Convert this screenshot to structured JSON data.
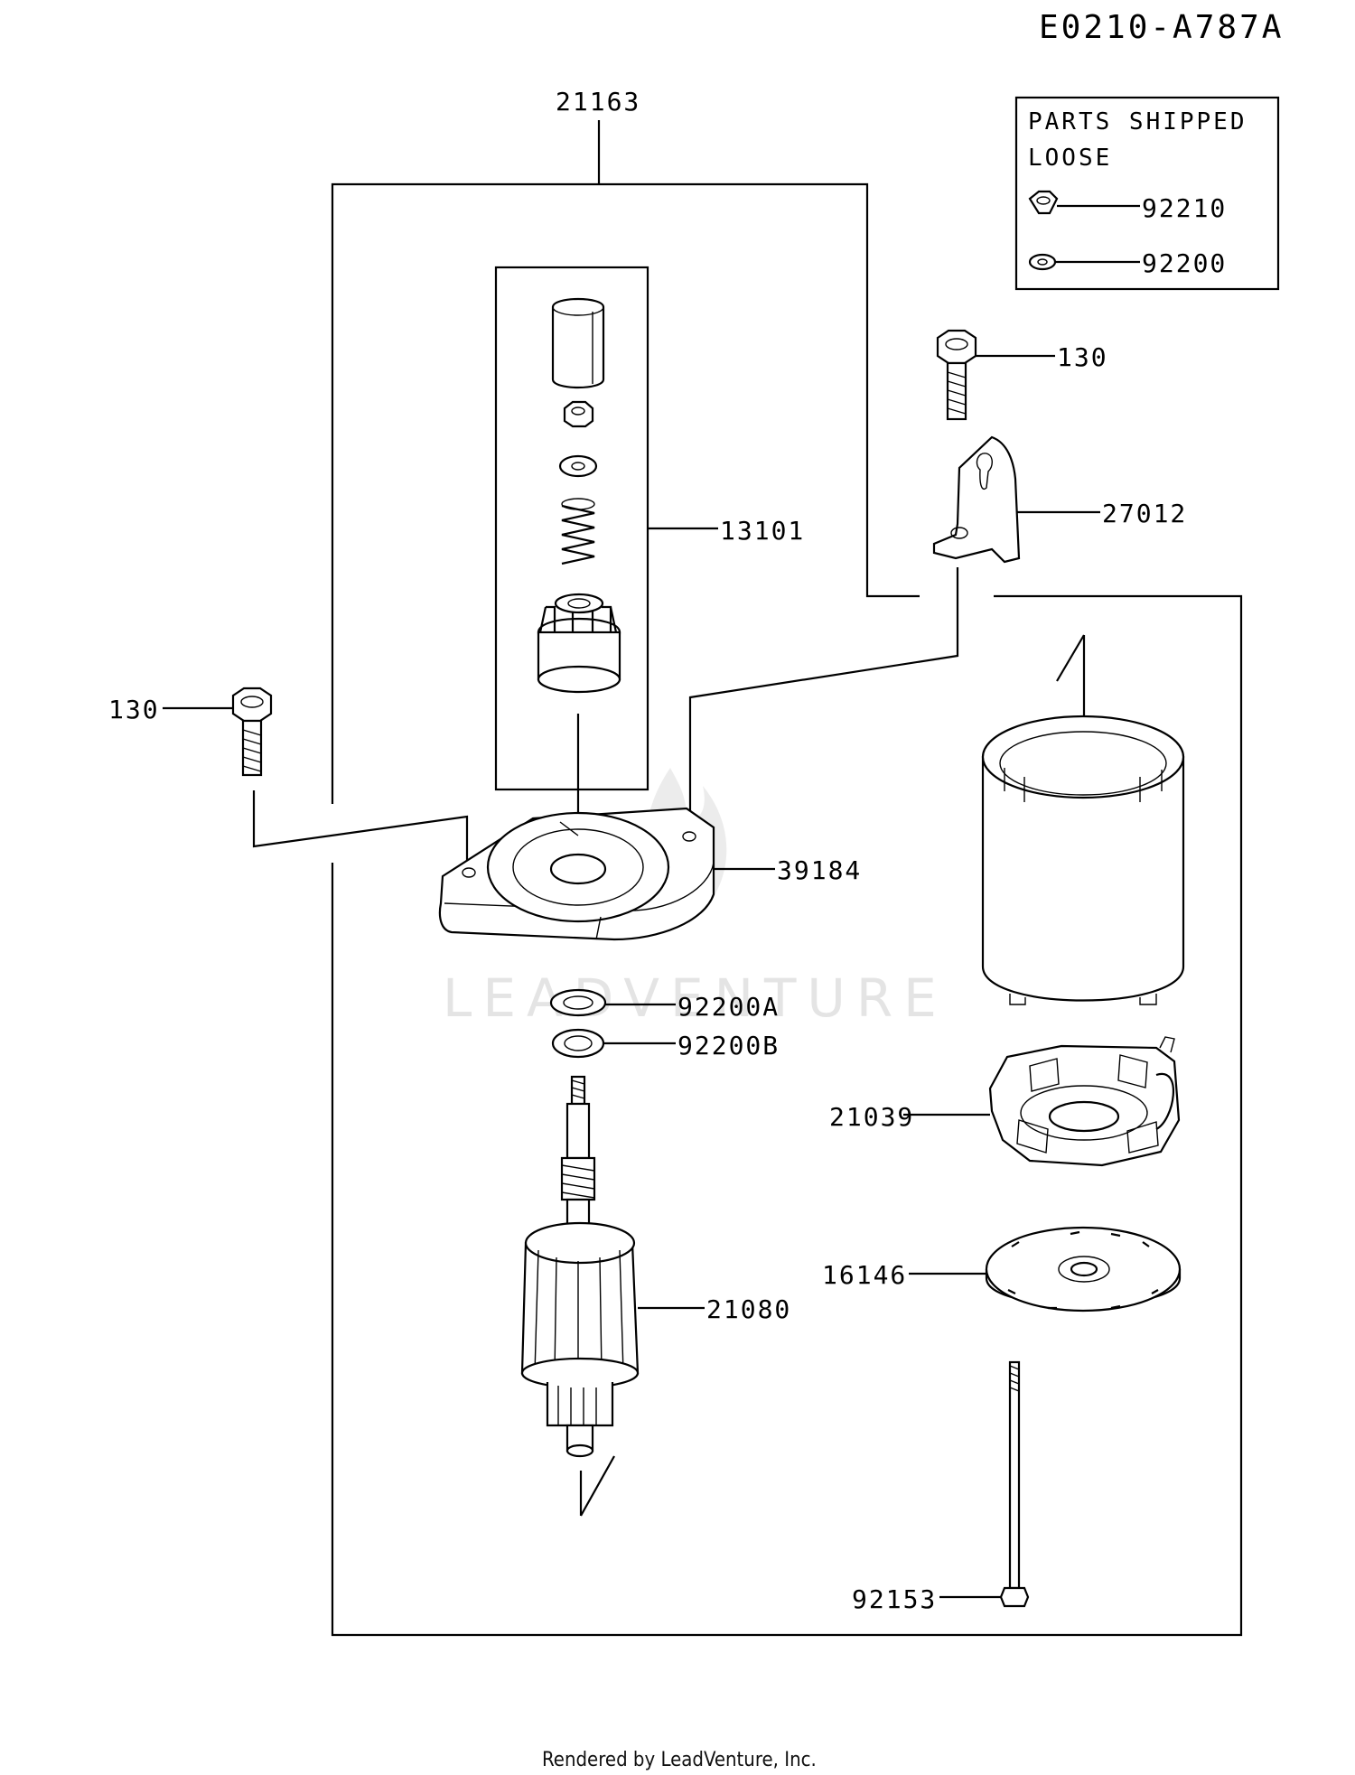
{
  "diagram_id": "E0210-A787A",
  "shipped_loose": {
    "title_line1": "PARTS SHIPPED",
    "title_line2": "LOOSE",
    "items": [
      "92210",
      "92200"
    ]
  },
  "labels": {
    "p21163": "21163",
    "p130_top": "130",
    "p27012": "27012",
    "p13101": "13101",
    "p130_left": "130",
    "p39184": "39184",
    "p92200A": "92200A",
    "p92200B": "92200B",
    "p21039": "21039",
    "p16146": "16146",
    "p21080": "21080",
    "p92153": "92153"
  },
  "watermark": "LEADVENTURE",
  "footer": "Rendered by LeadVenture, Inc."
}
